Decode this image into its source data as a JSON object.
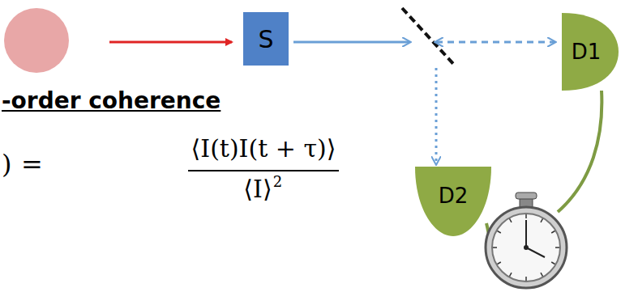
{
  "diagram": {
    "nodes": [
      {
        "text": [
          "S"
        ]
      },
      {
        "text": [
          "D1"
        ]
      },
      {
        "text": [
          "D2"
        ]
      }
    ],
    "labels": [
      "-order coherence",
      ")",
      "=",
      "⟨I(t)I(t + τ)⟩",
      "⟨I⟩",
      "2"
    ]
  }
}
